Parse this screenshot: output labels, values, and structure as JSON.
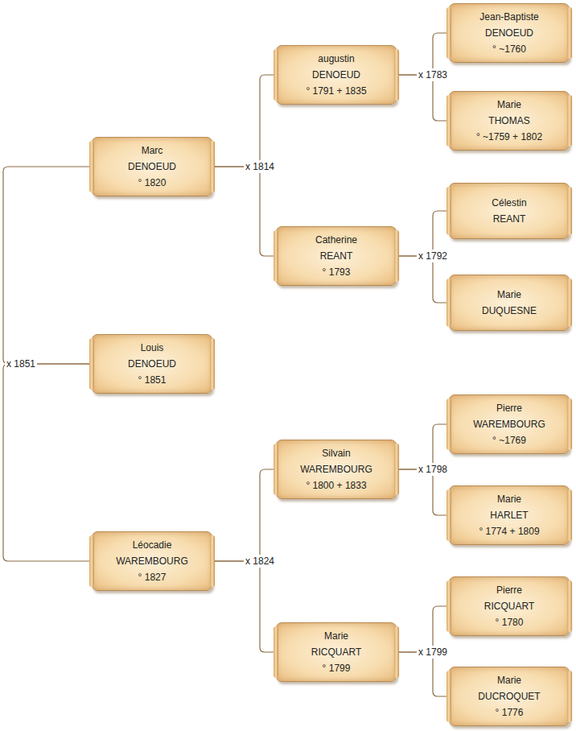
{
  "diagram": {
    "nodes": [
      {
        "text": [
          "Louis",
          "DENOEUD",
          "° 1851"
        ]
      },
      {
        "text": [
          "Marc",
          "DENOEUD",
          "° 1820"
        ]
      },
      {
        "text": [
          "Léocadie",
          "WAREMBOURG",
          "° 1827"
        ]
      },
      {
        "text": [
          "augustin",
          "DENOEUD",
          "° 1791 + 1835"
        ]
      },
      {
        "text": [
          "Catherine",
          "REANT",
          "° 1793"
        ]
      },
      {
        "text": [
          "Silvain",
          "WAREMBOURG",
          "° 1800 + 1833"
        ]
      },
      {
        "text": [
          "Marie",
          "RICQUART",
          "° 1799"
        ]
      },
      {
        "text": [
          "Jean-Baptiste",
          "DENOEUD",
          "° ~1760"
        ]
      },
      {
        "text": [
          "Marie",
          "THOMAS",
          "° ~1759 + 1802"
        ]
      },
      {
        "text": [
          "Célestin",
          "REANT"
        ]
      },
      {
        "text": [
          "Marie",
          "DUQUESNE"
        ]
      },
      {
        "text": [
          "Pierre",
          "WAREMBOURG",
          "° ~1769"
        ]
      },
      {
        "text": [
          "Marie",
          "HARLET",
          "° 1774 + 1809"
        ]
      },
      {
        "text": [
          "Pierre",
          "RICQUART",
          "° 1780"
        ]
      },
      {
        "text": [
          "Marie",
          "DUCROQUET",
          "° 1776"
        ]
      }
    ],
    "edges": [
      {
        "from": 1,
        "to": 0,
        "arrow": "none",
        "label": "x 1851"
      },
      {
        "from": 2,
        "to": 0,
        "arrow": "none"
      },
      {
        "from": 3,
        "to": 1,
        "arrow": "none",
        "label": "x 1814"
      },
      {
        "from": 4,
        "to": 1,
        "arrow": "none"
      },
      {
        "from": 5,
        "to": 2,
        "arrow": "none",
        "label": "x 1824"
      },
      {
        "from": 6,
        "to": 2,
        "arrow": "none"
      },
      {
        "from": 7,
        "to": 3,
        "arrow": "none",
        "label": "x 1783"
      },
      {
        "from": 8,
        "to": 3,
        "arrow": "none"
      },
      {
        "from": 9,
        "to": 4,
        "arrow": "none",
        "label": "x 1792"
      },
      {
        "from": 10,
        "to": 4,
        "arrow": "none"
      },
      {
        "from": 11,
        "to": 5,
        "arrow": "none",
        "label": "x 1798"
      },
      {
        "from": 12,
        "to": 5,
        "arrow": "none"
      },
      {
        "from": 13,
        "to": 6,
        "arrow": "none",
        "label": "x 1799"
      },
      {
        "from": 14,
        "to": 6,
        "arrow": "none"
      }
    ]
  }
}
